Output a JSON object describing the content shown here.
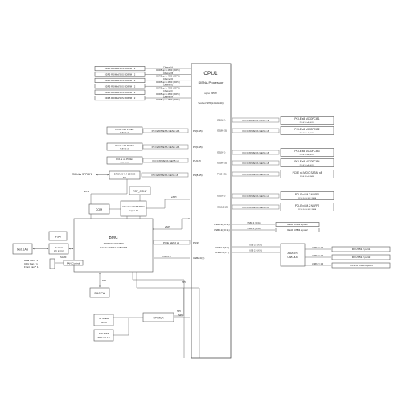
{
  "cpu": {
    "title": "CPU1",
    "subtitle": "SIENA Processor",
    "tdp": "up to 225W",
    "socket": "Socket SP6 (LGA4844)"
  },
  "dimms": [
    {
      "label": "DDR5 RDIMM/3DS RDIMM * 2",
      "channel": "Channel A",
      "speed": "DDR5 up to 4800 (2DPC)"
    },
    {
      "label": "DDR5 RDIMM/3DS RDIMM * 2",
      "channel": "Channel B",
      "speed": "DDR5 up to 4800 (2DPC)"
    },
    {
      "label": "DDR5 RDIMM/3DS RDIMM * 2",
      "channel": "Channel D",
      "speed": "DDR5 up to 4800 (2DPC)"
    },
    {
      "label": "DDR5 RDIMM/3DS RDIMM * 2",
      "channel": "Channel E",
      "speed": "DDR5 up to 4800 (2DPC)"
    },
    {
      "label": "DDR5 RDIMM/3DS RDIMM * 2",
      "channel": "Channel F",
      "speed": "DDR5 up to 4800 (2DPC)"
    },
    {
      "label": "DDR5 RDIMM/3DS RDIMM * 2",
      "channel": "Channel H",
      "speed": "DDR5 up to 4800 (2DPC)"
    }
  ],
  "left_pcie": [
    {
      "slot": "PCI-E x16 PCIE1",
      "sub": "PCIE 5.0 x16",
      "bus": "PCI EXPRESS GEN5 x16",
      "port": "P3(0-15)"
    },
    {
      "slot": "PCI-E x16 PCIE2",
      "sub": "PCIE 5.0 x16",
      "bus": "PCI EXPRESS GEN5 x16",
      "port": "P2(0-15)"
    },
    {
      "slot": "PCI-E x8 PCIE4",
      "sub": "PCIE 5.0 x8",
      "bus": "PCI EXPRESS GEN5 x8",
      "port": "P1(0-7)"
    }
  ],
  "nic": {
    "label": "BRCM 5414 25GbE",
    "sub": "ESP",
    "bus": "PCI EXPRESS GEN5 x8",
    "port": "P3(8-15)",
    "ports": "25Gbit/s SFP28*2"
  },
  "right_pcie": [
    {
      "port": "G3(0-7)",
      "bus": "PCI EXPRESS GEN5 x8",
      "slot": "PCI-E x8 MCIOPCIE1",
      "sub": "PCI-E 5.0 x8 (MCIO)"
    },
    {
      "port": "G0(8-15)",
      "bus": "PCI EXPRESS GEN5 x8",
      "slot": "PCI-E x8 MCIOPCIE2",
      "sub": "PCI-E 5.0 x8 (MCIO)"
    },
    {
      "port": "G2(0-7)",
      "bus": "PCI EXPRESS GEN5 x8",
      "slot": "PCI-E x8 MCIOPCIE3",
      "sub": "PCI-E 5.0 x8 (MCIO)"
    },
    {
      "port": "G2(8-15)",
      "bus": "PCI EXPRESS GEN5 x8",
      "slot": "PCI-E x8 MCIOPCIE4",
      "sub": "PCI-E 5.0 x8 (MCIO)"
    },
    {
      "port": "P2(8-15)",
      "bus": "PCI EXPRESS GEN5 x8",
      "slot": "PCI-E x8 MCIO SATA0 x8",
      "sub": "PCI-E 5.0 x8 / SATA"
    },
    {
      "port": "G0(0-3)",
      "bus": "PCI EXPRESS GEN5 x4",
      "slot": "PCI-E x4 M.2 NGFF1",
      "sub": "PCI-E 5.0 x4 M.2 / SATA"
    },
    {
      "port": "G0(12-15)",
      "bus": "PCI EXPRESS GEN5 x4",
      "slot": "PCI-E x4 M.2 NGFF2",
      "sub": "PCI-E 5.0 x4 M.2 / SATA"
    }
  ],
  "usb_rear": [
    {
      "port": "USB3.2(10:11)",
      "bus": "USB3.0 (10:11)",
      "label": "REAR USB3.2 port1"
    },
    {
      "port": "USB3.2(10:11)",
      "bus": "USB3.0 (10:11)",
      "label": "REAR USB3.2 port2"
    }
  ],
  "usb_hub": {
    "port1": "USB3.2(X:Y)",
    "port2": "USB2.0(X:Y)",
    "bus1": "USB 3.2 (X:Y)",
    "bus2": "USB 2.0 (X:Y)",
    "hub": "ASM1074",
    "hub_sub": "USB HUB",
    "outputs": [
      {
        "bus": "USB3.2 / 2.0",
        "label": "FP USB3.2 port1"
      },
      {
        "bus": "USB3.2 / 2.0",
        "label": "FP USB3.2 port2"
      },
      {
        "bus": "USB3.2 / 2.0",
        "label": "TYPE-A USB3.2 port3"
      }
    ]
  },
  "bmc": {
    "title": "BMC",
    "sub1": "ASPEED AST2600",
    "sub2": "includes DDR4 2GB RAM",
    "pcie": "PCIE GEN2 x1",
    "pcie_port": "P0(2)",
    "usb": "USB 2.0",
    "usb_port": "USB2.0(X)",
    "ncsi": "NCSI",
    "rst": "RST_CONF",
    "espi": "eSPI",
    "spi": "SPI",
    "uart": "UART",
    "sgmii": "SGMII",
    "fan_ctrl": "FAN Control",
    "rw": "R/W"
  },
  "superio": {
    "label": "Nuvoton NCT6796D",
    "sub": "Super IO"
  },
  "com": "COM",
  "vga": "VGA",
  "dedicated_lan": "Ded. LAN",
  "realtek": {
    "label": "Realtek",
    "sub": "RTL8211F"
  },
  "fans": {
    "rear": "Rear Fan * 1",
    "cpu": "CPU Fan * 1",
    "front": "Front Fan * 1"
  },
  "bmc_fw": "BMC FW",
  "system_bios": {
    "label": "SYSTEM",
    "sub": "BIOS"
  },
  "spi_mux": "SPI MUX",
  "spi_tpm": {
    "label": "SPI TPM",
    "sub": "TPM 2.0 2.0"
  }
}
